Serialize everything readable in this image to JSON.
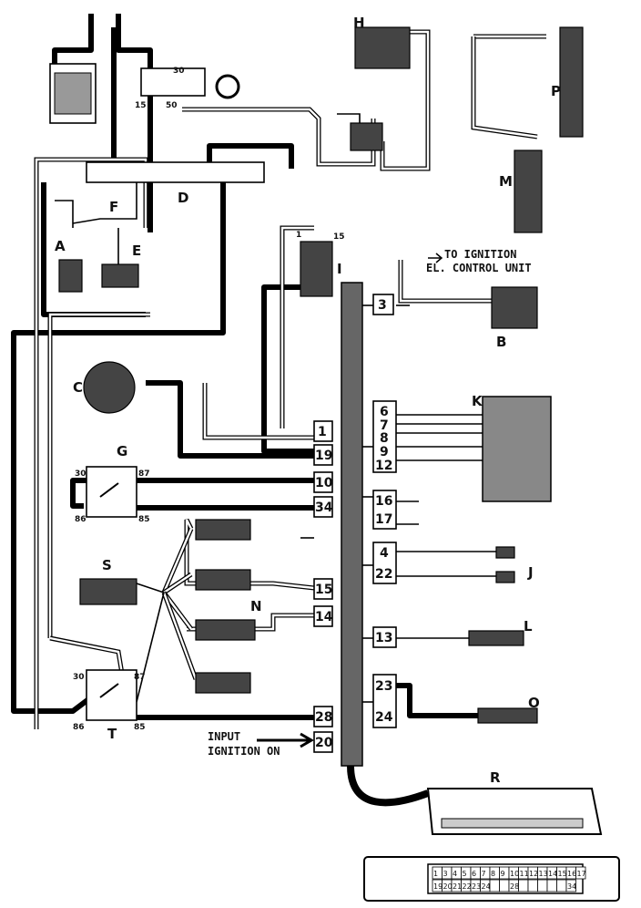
{
  "components": {
    "A": "A",
    "B": "B",
    "C": "C",
    "D": "D",
    "E": "E",
    "F": "F",
    "G": "G",
    "H": "H",
    "I": "I",
    "J": "J",
    "K": "K",
    "L": "L",
    "M": "M",
    "N": "N",
    "O": "O",
    "P": "P",
    "R": "R",
    "S": "S",
    "T": "T"
  },
  "relay_G": {
    "t30": "30",
    "t87": "87",
    "t86": "86",
    "t85": "85"
  },
  "relay_T": {
    "t30": "30",
    "t87": "87",
    "t86": "86",
    "t85": "85"
  },
  "ign_switch": {
    "t30": "30",
    "t15": "15",
    "t50": "50"
  },
  "coil_I": {
    "t1": "1",
    "t15": "15"
  },
  "harness_pins": {
    "p3": "3",
    "p1": "1",
    "p19": "19",
    "p10": "10",
    "p34": "34",
    "p15": "15",
    "p14": "14",
    "p28": "28",
    "p20": "20",
    "p6": "6",
    "p7": "7",
    "p8": "8",
    "p9": "9",
    "p12": "12",
    "p16": "16",
    "p17": "17",
    "p4": "4",
    "p22": "22",
    "p13": "13",
    "p23": "23",
    "p24": "24"
  },
  "notes": {
    "ignition_line1": "TO IGNITION",
    "ignition_line2": "EL. CONTROL UNIT",
    "input_line1": "INPUT",
    "input_line2": "IGNITION ON"
  },
  "bottom_connector": {
    "top_row": [
      "1",
      "3",
      "4",
      "5",
      "6",
      "7",
      "8",
      "9",
      "10",
      "11",
      "12",
      "13",
      "14",
      "15",
      "16",
      "17"
    ],
    "bottom_row": [
      "19",
      "20",
      "21",
      "22",
      "23",
      "24",
      "",
      "",
      "28",
      "",
      "",
      "",
      "",
      "",
      "34"
    ]
  }
}
